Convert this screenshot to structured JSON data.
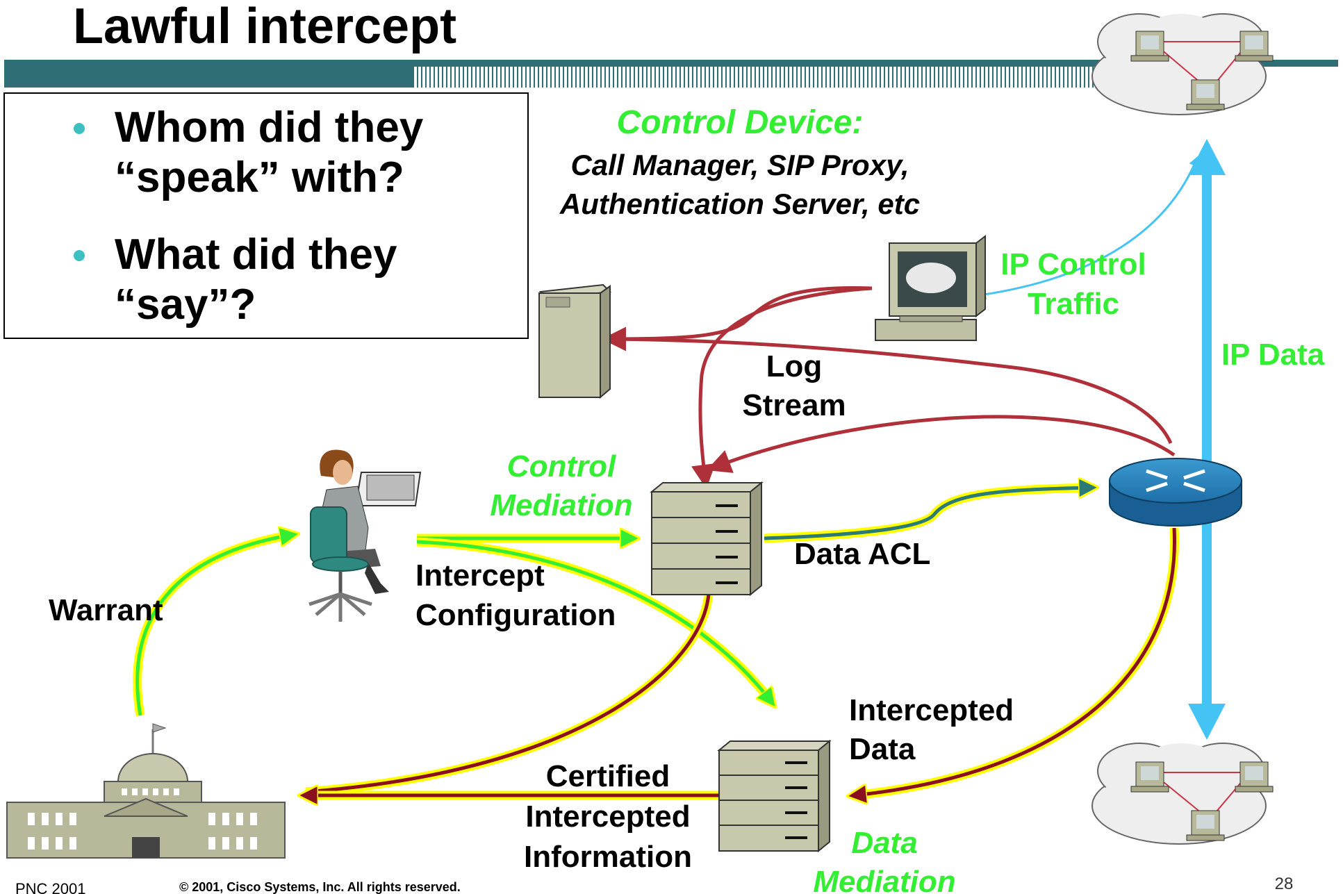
{
  "slide": {
    "title": "Lawful intercept",
    "footer_left": "PNC 2001",
    "copyright": "© 2001, Cisco Systems, Inc. All rights reserved.",
    "page_number": "28"
  },
  "bullets": [
    {
      "line1": "Whom did they",
      "line2": "“speak” with?"
    },
    {
      "line1": "What did they",
      "line2": "“say”?"
    }
  ],
  "labels": {
    "control_device_title": "Control Device:",
    "control_device_line1": "Call Manager, SIP Proxy,",
    "control_device_line2": "Authentication Server, etc",
    "ip_control_line1": "IP Control",
    "ip_control_line2": "Traffic",
    "ip_data": "IP Data",
    "log_line1": "Log",
    "log_line2": "Stream",
    "control_mediation_line1": "Control",
    "control_mediation_line2": "Mediation",
    "data_acl": "Data ACL",
    "intercept_config_line1": "Intercept",
    "intercept_config_line2": "Configuration",
    "warrant": "Warrant",
    "intercepted_data_line1": "Intercepted",
    "intercepted_data_line2": "Data",
    "certified_line1": "Certified",
    "certified_line2": "Intercepted",
    "certified_line3": "Information",
    "data_mediation_line1": "Data",
    "data_mediation_line2": "Mediation"
  },
  "colors": {
    "title_bar": "#2f6e74",
    "green_label": "#33ee33",
    "arrow_red": "#b0303a",
    "arrow_yellow": "#ffff00",
    "arrow_green": "#33ee33",
    "ip_blue": "#44c4f4",
    "teal": "#2a7a78",
    "bullet_dot": "#3cc0c0"
  }
}
